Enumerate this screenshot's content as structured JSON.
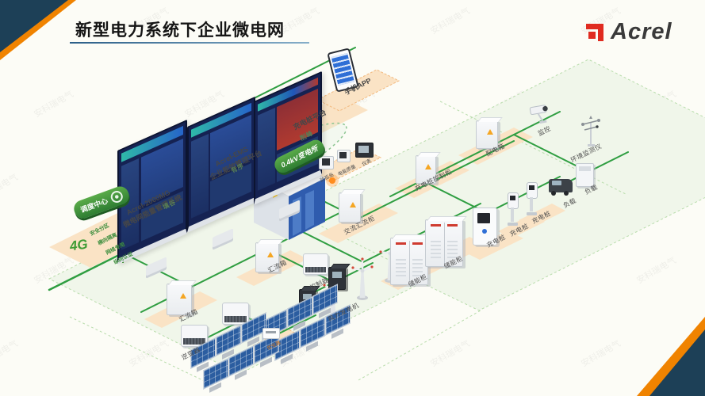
{
  "header": {
    "title": "新型电力系统下企业微电网",
    "logo_text": "Acrel"
  },
  "watermark": "安科瑞电气",
  "platforms": {
    "p1_line1": "Acrel-2000MG",
    "p1_line2": "微电网能量管理系统",
    "p2_line1": "Acrel-EMS",
    "p2_line2": "企业能效管理平台",
    "p3": "充电桩平台",
    "p4": "手机APP"
  },
  "dispatch": {
    "label": "调度中心",
    "network": "4G",
    "security": [
      "安全分区",
      "横向隔离",
      "网络专用",
      "纵向认证"
    ]
  },
  "strategy": {
    "top": "削峰",
    "mid": "有序",
    "bottom": "填谷"
  },
  "substation": {
    "label": "0.4kV变电所"
  },
  "meters": {
    "m1": "防孤岛",
    "m2": "电能质量",
    "m3": "仪表"
  },
  "equipment": {
    "ac_combiner": "交流汇流柜",
    "charge_ctrl": "充电桩控制柜",
    "dist_box": "配电箱",
    "camera": "监控",
    "env": "环境监测仪",
    "load1": "负载",
    "load2": "负载",
    "pile1": "充电桩",
    "pile2": "充电桩",
    "pile3": "充电桩",
    "storage1": "储能柜",
    "storage2": "储能柜",
    "combiner1": "汇流箱",
    "combiner2": "汇流箱",
    "inverter": "逆变器",
    "controller": "控制器",
    "wind": "风力发电机",
    "optimizer": "优化器"
  },
  "colors": {
    "accent_green": "#2f9e41",
    "pill_green": "#2e7d32",
    "pad_peach": "#fae3c5",
    "screen_navy": "#152252",
    "brand_red": "#e02b20",
    "corner_navy": "#1d4057",
    "corner_orange": "#f08300"
  }
}
